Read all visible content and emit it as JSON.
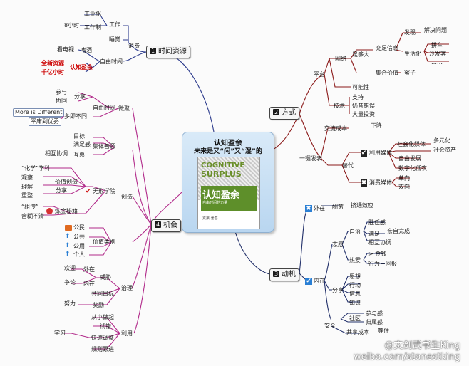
{
  "center": {
    "title": "认知盈余",
    "subtitle": "未来是又“闲”又“湿”的",
    "book": {
      "cover_word1": "COGNITIVE",
      "cover_word2": "SURPLUS",
      "title": "认知盈余",
      "subtitle": "自由时间的力量",
      "author": "克莱·舍基"
    }
  },
  "branches": {
    "time": {
      "num": "1",
      "label": "时间资源"
    },
    "way": {
      "num": "2",
      "label": "方式"
    },
    "motive": {
      "num": "3",
      "label": "动机"
    },
    "chance": {
      "num": "4",
      "label": "机会"
    }
  },
  "time": {
    "industrialize": "工业化",
    "work": "工作",
    "eight_hours": "8小时",
    "work_system": "工作制",
    "sleep": "睡觉",
    "consume": "消费",
    "tv": "看电视",
    "addict": "嗜酒",
    "free_time": "自由时间",
    "cognitive_surplus": "认知盈余",
    "new_resource": "全新资源",
    "trillion_hours": "千亿小时"
  },
  "way": {
    "platform": "平台",
    "network": "网络",
    "enough_big": "足够大",
    "sufficient_info": "充足信息",
    "discover": "发现",
    "solve_problem": "解决问题",
    "lifestyle": "生活化",
    "carpool": "拼车",
    "couchsurf": "沙发客",
    "ellipsis": "……",
    "collective_value": "集合价值",
    "beehive": "蜜子",
    "feasibility": "可能性",
    "tech": "技术",
    "support": "支持",
    "milk_powder": "奶昔错误",
    "mass_vote": "大量投资",
    "one_click": "一键发表",
    "exchange_cost": "交流成本",
    "decline": "下降",
    "replace": "替代",
    "use_media": "利用媒体",
    "social_media": "社会化媒体",
    "diversify": "多元化",
    "social_asset": "社会资产",
    "self_dev": "自由发展",
    "digital_produce": "数字化低农",
    "consume_media": "消费媒体",
    "one_way": "单向",
    "two_way": "双向"
  },
  "motive": {
    "external": "外在",
    "reward": "酬劳",
    "crowding": "挤通效应",
    "internal": "内在",
    "will": "志愿",
    "autonomy": "自治",
    "competence": "胜任感",
    "satisfy": "满足",
    "self_complete": "亲自完成",
    "mutual_help": "相互协调",
    "hot": "热爱",
    "gt_money": "> 金钱",
    "behave_report": "行为＝回报",
    "share": "分享",
    "think": "思想",
    "action": "行动",
    "info": "信息",
    "knowledge": "知识",
    "community": "社区",
    "participate": "参与感",
    "belong": "归属感",
    "shared_value": "共享成本",
    "equal": "等住",
    "safety": "安全"
  },
  "chance": {
    "micro": "微聚",
    "free_time": "自由时间",
    "share": "分享",
    "participate": "参与",
    "cooperate": "协同",
    "more_different": "More is Different",
    "many_different": "多即不同",
    "equal_first": "平庸到优秀",
    "collective": "集体善意",
    "target": "目标",
    "satisfaction": "满足感",
    "mutual": "相互协调",
    "interact": "互惠",
    "create": "创造",
    "chemistry": "“化学”学科",
    "observe": "观察",
    "understand": "理解",
    "reorganize": "重整",
    "value_create": "价值创造",
    "shared": "分享",
    "invisible_school": "无形学院",
    "rumor": "“组传”",
    "vague": "含糊不清",
    "refine_screen": "炼金秘籍",
    "public": "公民",
    "common": "公共",
    "public_use": "公用",
    "personal": "个人",
    "value_category": "价值类别",
    "governance": "治理",
    "welcome": "欢迎",
    "outside": "外在",
    "weigh": "威胁",
    "dispute": "争论",
    "inside": "内在",
    "shared_goal": "共同目标",
    "effort": "努力",
    "reward": "奖励",
    "use": "利用",
    "start_small": "从小做起",
    "try_wrong": "试错",
    "learn": "学习",
    "fast_adjust": "快速调整",
    "rule_follow": "规则跟进"
  },
  "watermark": {
    "line1": "@文剑武书生King",
    "line2": "weibo.com/stonestking"
  }
}
